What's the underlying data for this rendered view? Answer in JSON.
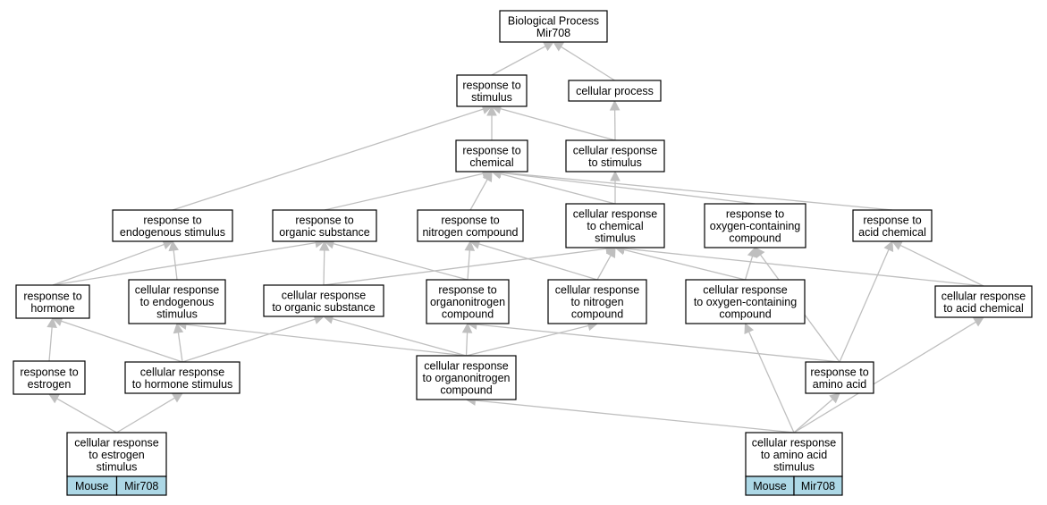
{
  "colors": {
    "edge": "#bfbfbf",
    "node_border": "#000000",
    "tag_fill": "#add8e6",
    "background": "#ffffff"
  },
  "nodes": {
    "root": {
      "lines": [
        "Biological Process",
        "Mir708"
      ]
    },
    "resp_stimulus": {
      "lines": [
        "response to",
        "stimulus"
      ]
    },
    "cellular_process": {
      "lines": [
        "cellular process"
      ]
    },
    "resp_chemical": {
      "lines": [
        "response to",
        "chemical"
      ]
    },
    "cell_resp_stimulus": {
      "lines": [
        "cellular response",
        "to stimulus"
      ]
    },
    "resp_endogenous": {
      "lines": [
        "response to",
        "endogenous stimulus"
      ]
    },
    "resp_organic": {
      "lines": [
        "response to",
        "organic substance"
      ]
    },
    "resp_nitrogen": {
      "lines": [
        "response to",
        "nitrogen compound"
      ]
    },
    "cell_resp_chemical": {
      "lines": [
        "cellular response",
        "to chemical",
        "stimulus"
      ]
    },
    "resp_oxygen": {
      "lines": [
        "response to",
        "oxygen-containing",
        "compound"
      ]
    },
    "resp_acid": {
      "lines": [
        "response to",
        "acid chemical"
      ]
    },
    "resp_hormone": {
      "lines": [
        "response to",
        "hormone"
      ]
    },
    "cell_resp_endogenous": {
      "lines": [
        "cellular response",
        "to endogenous",
        "stimulus"
      ]
    },
    "cell_resp_organic": {
      "lines": [
        "cellular response",
        "to organic substance"
      ]
    },
    "resp_organonitrogen": {
      "lines": [
        "response to",
        "organonitrogen",
        "compound"
      ]
    },
    "cell_resp_nitrogen": {
      "lines": [
        "cellular response",
        "to nitrogen",
        "compound"
      ]
    },
    "cell_resp_oxygen": {
      "lines": [
        "cellular response",
        "to oxygen-containing",
        "compound"
      ]
    },
    "cell_resp_acid": {
      "lines": [
        "cellular response",
        "to acid chemical"
      ]
    },
    "resp_estrogen": {
      "lines": [
        "response to",
        "estrogen"
      ]
    },
    "cell_resp_hormone": {
      "lines": [
        "cellular response",
        "to hormone stimulus"
      ]
    },
    "cell_resp_organonitrogen": {
      "lines": [
        "cellular response",
        "to organonitrogen",
        "compound"
      ]
    },
    "resp_amino": {
      "lines": [
        "response to",
        "amino acid"
      ]
    },
    "cell_resp_estrogen": {
      "lines": [
        "cellular response",
        "to estrogen",
        "stimulus"
      ]
    },
    "cell_resp_amino": {
      "lines": [
        "cellular response",
        "to amino acid",
        "stimulus"
      ]
    }
  },
  "tags": {
    "cell_resp_estrogen": [
      "Mouse",
      "Mir708"
    ],
    "cell_resp_amino": [
      "Mouse",
      "Mir708"
    ]
  },
  "edges": [
    [
      "resp_stimulus",
      "root"
    ],
    [
      "cellular_process",
      "root"
    ],
    [
      "resp_chemical",
      "resp_stimulus"
    ],
    [
      "cell_resp_stimulus",
      "resp_stimulus"
    ],
    [
      "cell_resp_stimulus",
      "cellular_process"
    ],
    [
      "resp_endogenous",
      "resp_stimulus"
    ],
    [
      "resp_organic",
      "resp_chemical"
    ],
    [
      "resp_nitrogen",
      "resp_chemical"
    ],
    [
      "cell_resp_chemical",
      "resp_chemical"
    ],
    [
      "cell_resp_chemical",
      "cell_resp_stimulus"
    ],
    [
      "resp_oxygen",
      "resp_chemical"
    ],
    [
      "resp_acid",
      "resp_chemical"
    ],
    [
      "resp_hormone",
      "resp_endogenous"
    ],
    [
      "resp_hormone",
      "resp_organic"
    ],
    [
      "cell_resp_endogenous",
      "resp_endogenous"
    ],
    [
      "cell_resp_organic",
      "resp_organic"
    ],
    [
      "cell_resp_organic",
      "cell_resp_chemical"
    ],
    [
      "resp_organonitrogen",
      "resp_organic"
    ],
    [
      "resp_organonitrogen",
      "resp_nitrogen"
    ],
    [
      "cell_resp_nitrogen",
      "resp_nitrogen"
    ],
    [
      "cell_resp_nitrogen",
      "cell_resp_chemical"
    ],
    [
      "cell_resp_oxygen",
      "cell_resp_chemical"
    ],
    [
      "cell_resp_oxygen",
      "resp_oxygen"
    ],
    [
      "cell_resp_acid",
      "cell_resp_chemical"
    ],
    [
      "cell_resp_acid",
      "resp_acid"
    ],
    [
      "resp_estrogen",
      "resp_hormone"
    ],
    [
      "cell_resp_hormone",
      "resp_hormone"
    ],
    [
      "cell_resp_hormone",
      "cell_resp_endogenous"
    ],
    [
      "cell_resp_hormone",
      "cell_resp_organic"
    ],
    [
      "cell_resp_organonitrogen",
      "cell_resp_endogenous"
    ],
    [
      "cell_resp_organonitrogen",
      "cell_resp_organic"
    ],
    [
      "cell_resp_organonitrogen",
      "resp_organonitrogen"
    ],
    [
      "cell_resp_organonitrogen",
      "cell_resp_nitrogen"
    ],
    [
      "resp_amino",
      "resp_oxygen"
    ],
    [
      "resp_amino",
      "resp_acid"
    ],
    [
      "resp_amino",
      "resp_organonitrogen"
    ],
    [
      "cell_resp_estrogen",
      "resp_estrogen"
    ],
    [
      "cell_resp_estrogen",
      "cell_resp_hormone"
    ],
    [
      "cell_resp_amino",
      "resp_amino"
    ],
    [
      "cell_resp_amino",
      "cell_resp_oxygen"
    ],
    [
      "cell_resp_amino",
      "cell_resp_acid"
    ],
    [
      "cell_resp_amino",
      "cell_resp_organonitrogen"
    ]
  ]
}
